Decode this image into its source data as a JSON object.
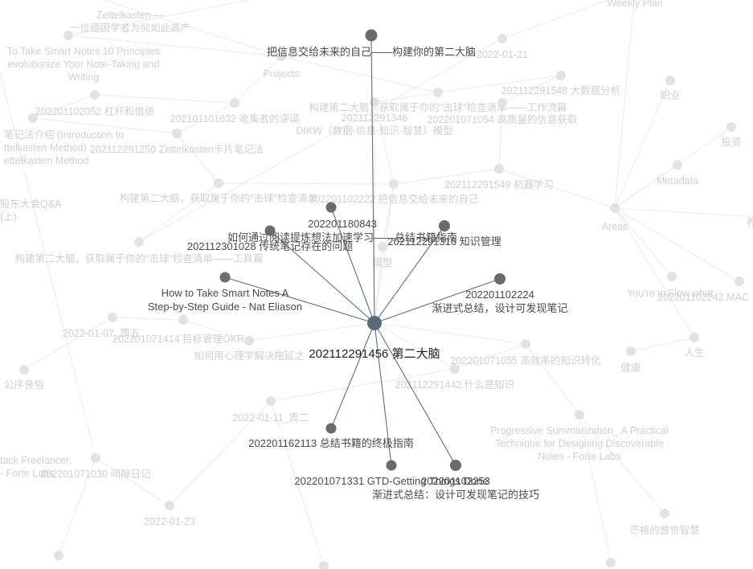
{
  "graph": {
    "center": {
      "lines": [
        "202112291456 第二大脑"
      ]
    },
    "linked_notes": [
      {
        "id": "n1",
        "lines": [
          "把信息交给未来的自己——构建你的第二大脑"
        ]
      },
      {
        "id": "n2",
        "lines": [
          "202201180843",
          "如何通过阅读提炼想法加速学习——总结书籍指南"
        ]
      },
      {
        "id": "n3",
        "lines": [
          "202112301028 传统笔记存在的问题"
        ]
      },
      {
        "id": "n4",
        "lines": [
          "202112291316 知识管理"
        ]
      },
      {
        "id": "n5",
        "lines": [
          "How to Take Smart Notes A",
          "Step-by-Step Guide - Nat Eliason"
        ]
      },
      {
        "id": "n6",
        "lines": [
          "202201102224",
          "渐进式总结，设计可发现笔记"
        ]
      },
      {
        "id": "n7",
        "lines": [
          "202201162113 总结书籍的终极指南"
        ]
      },
      {
        "id": "n8",
        "lines": [
          "202201071331 GTD-Getting Things Done"
        ]
      },
      {
        "id": "n9",
        "lines": [
          "202201102253",
          "渐进式总结：设计可发现笔记的技巧"
        ]
      }
    ],
    "other_notes": [
      {
        "id": "b1",
        "lines": [
          "Zettelkasten —",
          "一位德国学者为何如此高产"
        ]
      },
      {
        "id": "b2",
        "lines": [
          "Weekly Plan"
        ]
      },
      {
        "id": "b3",
        "lines": [
          "To Take Smart Notes 10 Principles",
          "evolutionize Your Note-Taking and",
          "Writing"
        ]
      },
      {
        "id": "b4",
        "lines": [
          "Projects"
        ]
      },
      {
        "id": "b5",
        "lines": [
          "2022-01-21"
        ]
      },
      {
        "id": "b6",
        "lines": [
          "202112291548  大数据分析"
        ]
      },
      {
        "id": "b7",
        "lines": [
          "职业"
        ]
      },
      {
        "id": "b8",
        "lines": [
          "202201102052 杠杆和借债"
        ]
      },
      {
        "id": "b9",
        "lines": [
          "构建第二大脑，获取属于你的\"击球\"检查清单——工作流篇"
        ]
      },
      {
        "id": "b10",
        "lines": [
          "202112291346",
          "DIKW（数据-信息-知识-智慧）模型"
        ]
      },
      {
        "id": "b11",
        "lines": [
          "202201071054 高质量的信息获取"
        ]
      },
      {
        "id": "b12",
        "lines": [
          "202101101632 收集者的谬误"
        ]
      },
      {
        "id": "b13",
        "lines": [
          "笔记法介绍 (Introduction to",
          "ttelkasten Method)",
          "ettelkasten Method"
        ]
      },
      {
        "id": "b14",
        "lines": [
          "202112291250 Zettelkasten卡片笔记法"
        ]
      },
      {
        "id": "b15",
        "lines": [
          "投资"
        ]
      },
      {
        "id": "b16",
        "lines": [
          "Metadata"
        ]
      },
      {
        "id": "b17",
        "lines": [
          "202112291549 机器学习"
        ]
      },
      {
        "id": "b18",
        "lines": [
          "构建第二大脑，获取属于你的\"击球\"检查清单"
        ]
      },
      {
        "id": "b19",
        "lines": [
          "202201102222 把信息交给未来的自己"
        ]
      },
      {
        "id": "b20",
        "lines": [
          "股东大会Q&A",
          "(上)"
        ]
      },
      {
        "id": "b21",
        "lines": [
          "Areas"
        ]
      },
      {
        "id": "b22",
        "lines": [
          "构建第二大脑，获取属于你的\"击球\"检查清单——工具篇"
        ]
      },
      {
        "id": "b23",
        "lines": [
          "模型"
        ]
      },
      {
        "id": "b24",
        "lines": [
          "You're in Flow what"
        ]
      },
      {
        "id": "b25",
        "lines": [
          "202201102242 MAC"
        ]
      },
      {
        "id": "b26",
        "lines": [
          "2022-01-07_周五"
        ]
      },
      {
        "id": "b27",
        "lines": [
          "202201071414 目标管理OKR"
        ]
      },
      {
        "id": "b28",
        "lines": [
          "如何用心理学解决拖延之"
        ]
      },
      {
        "id": "b29",
        "lines": [
          "202201071055 高效率的知识转化"
        ]
      },
      {
        "id": "b30",
        "lines": [
          "人生"
        ]
      },
      {
        "id": "b31",
        "lines": [
          "健康"
        ]
      },
      {
        "id": "b32",
        "lines": [
          "公序良俗"
        ]
      },
      {
        "id": "b33",
        "lines": [
          "202112291442 什么是知识"
        ]
      },
      {
        "id": "b34",
        "lines": [
          "2022-01-11_周二"
        ]
      },
      {
        "id": "b35",
        "lines": [
          "Progressive Summarization_ A Practical",
          "Technique for Designing Discoverable",
          "Notes - Forte Labs"
        ]
      },
      {
        "id": "b36",
        "lines": [
          "tack Freelancer,",
          "- Forte Labs"
        ]
      },
      {
        "id": "b37",
        "lines": [
          "202201071030 间隙日记"
        ]
      },
      {
        "id": "b38",
        "lines": [
          "2022-01-23"
        ]
      },
      {
        "id": "b39",
        "lines": [
          "芒格的普世智慧"
        ]
      },
      {
        "id": "b40",
        "lines": [
          "养"
        ]
      }
    ]
  }
}
